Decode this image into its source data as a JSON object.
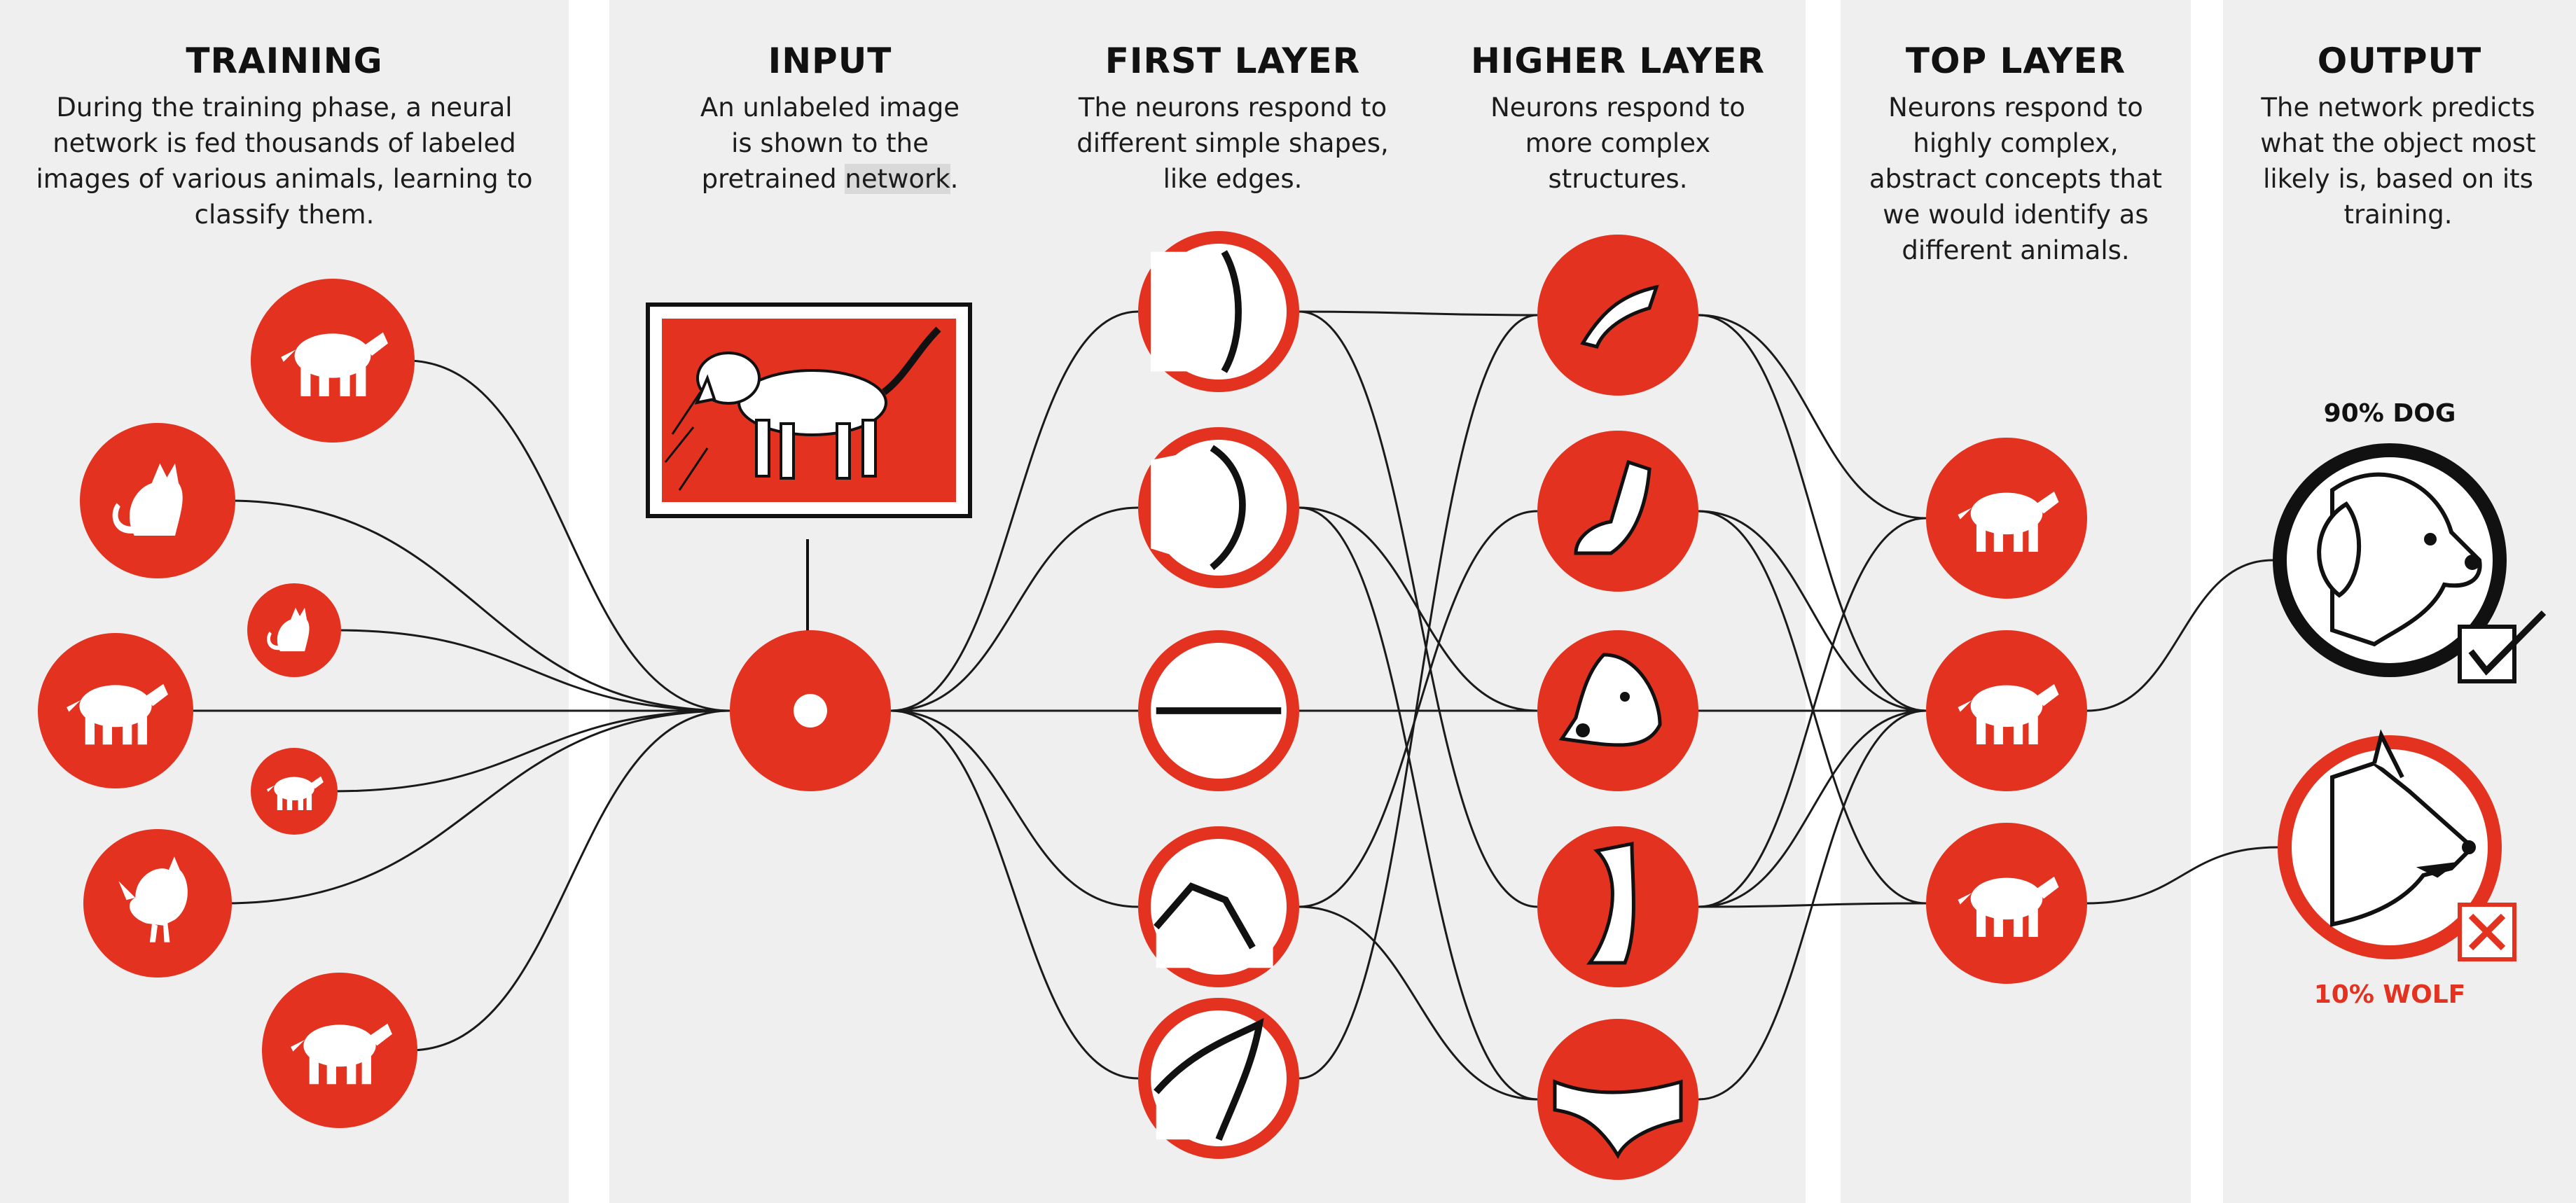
{
  "colors": {
    "red": "#e3321f",
    "black": "#111111",
    "panel": "#efefef",
    "white": "#ffffff"
  },
  "columns": [
    {
      "id": "training",
      "title": "TRAINING",
      "text": "During the training phase, a neural network is fed thousands of labeled images of various animals, learning to classify them."
    },
    {
      "id": "input",
      "title": "INPUT",
      "text_before": "An unlabeled image is shown to the pretrained ",
      "text_highlight": "network",
      "text_after": "."
    },
    {
      "id": "first",
      "title": "FIRST LAYER",
      "text": "The neurons respond to different simple shapes, like edges."
    },
    {
      "id": "higher",
      "title": "HIGHER LAYER",
      "text": "Neurons respond to more complex structures."
    },
    {
      "id": "top",
      "title": "TOP LAYER",
      "text": "Neurons respond to highly complex, abstract concepts that we would identify as different animals."
    },
    {
      "id": "output",
      "title": "OUTPUT",
      "text": "The network predicts what the object most likely is, based on its training."
    }
  ],
  "training_icons": [
    "elephant-icon",
    "cat-icon",
    "rabbit-icon",
    "dog-icon",
    "puppy-icon",
    "rooster-icon",
    "bear-cub-icon"
  ],
  "input_image_icon": "dog-photo-icon",
  "first_layer_icons": [
    "curve-edge-icon",
    "crescent-edge-icon",
    "horizontal-edge-icon",
    "peak-edge-icon",
    "corner-edge-icon"
  ],
  "higher_layer_icons": [
    "ear-shape-icon",
    "paw-shape-icon",
    "dog-head-icon",
    "leg-shape-icon",
    "torso-shape-icon"
  ],
  "top_layer_icons": [
    "horse-icon",
    "dog-icon",
    "wolf-cub-icon"
  ],
  "outputs": [
    {
      "label": "90% DOG",
      "value": 90,
      "icon": "dog-head-icon",
      "mark": "check-icon",
      "color": "#111111"
    },
    {
      "label": "10% WOLF",
      "value": 10,
      "icon": "wolf-head-icon",
      "mark": "x-icon",
      "color": "#e3321f"
    }
  ]
}
